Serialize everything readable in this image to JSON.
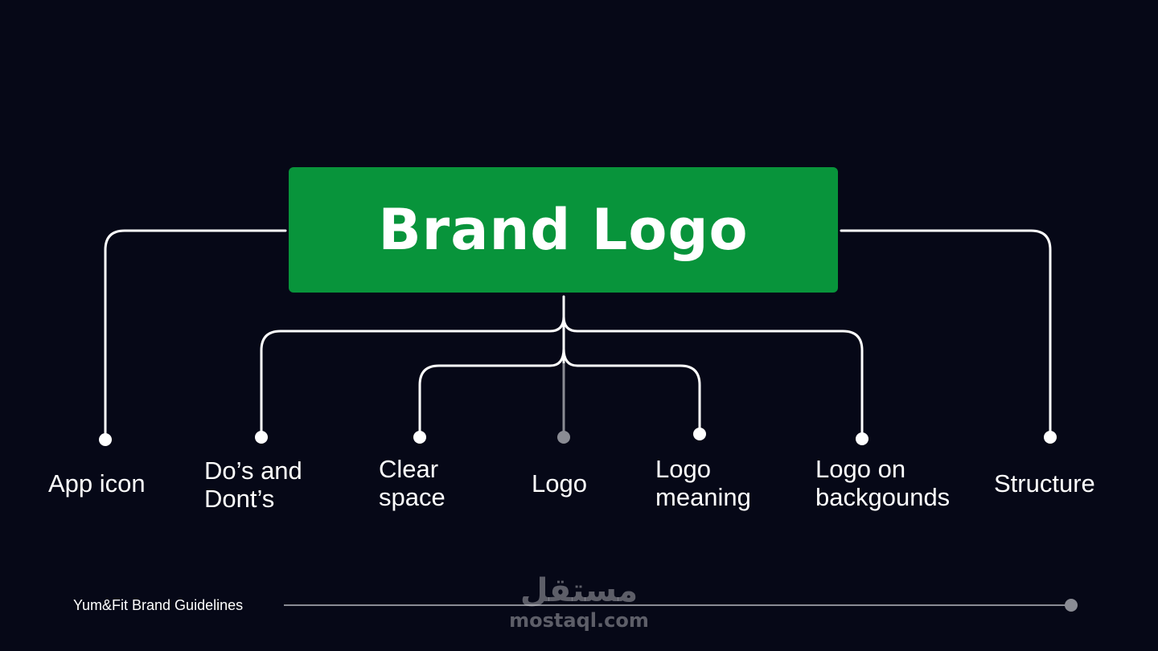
{
  "title": "Brand Logo",
  "nodes": [
    {
      "id": "app-icon",
      "lines": [
        "App icon"
      ]
    },
    {
      "id": "dos-and-donts",
      "lines": [
        "Do’s and",
        "Dont’s"
      ]
    },
    {
      "id": "clear-space",
      "lines": [
        "Clear",
        "space"
      ]
    },
    {
      "id": "logo",
      "lines": [
        "Logo"
      ]
    },
    {
      "id": "logo-meaning",
      "lines": [
        "Logo",
        "meaning"
      ]
    },
    {
      "id": "logo-on-backgrounds",
      "lines": [
        "Logo on",
        "backgounds"
      ]
    },
    {
      "id": "structure",
      "lines": [
        "Structure"
      ]
    }
  ],
  "footer": {
    "title": "Yum&Fit Brand Guidelines"
  },
  "watermark": {
    "mark": "مستقل",
    "url": "mostaql.com"
  },
  "colors": {
    "background": "#060817",
    "brand_green": "#08943b",
    "connector": "#ffffff",
    "muted": "#8a8c94"
  }
}
